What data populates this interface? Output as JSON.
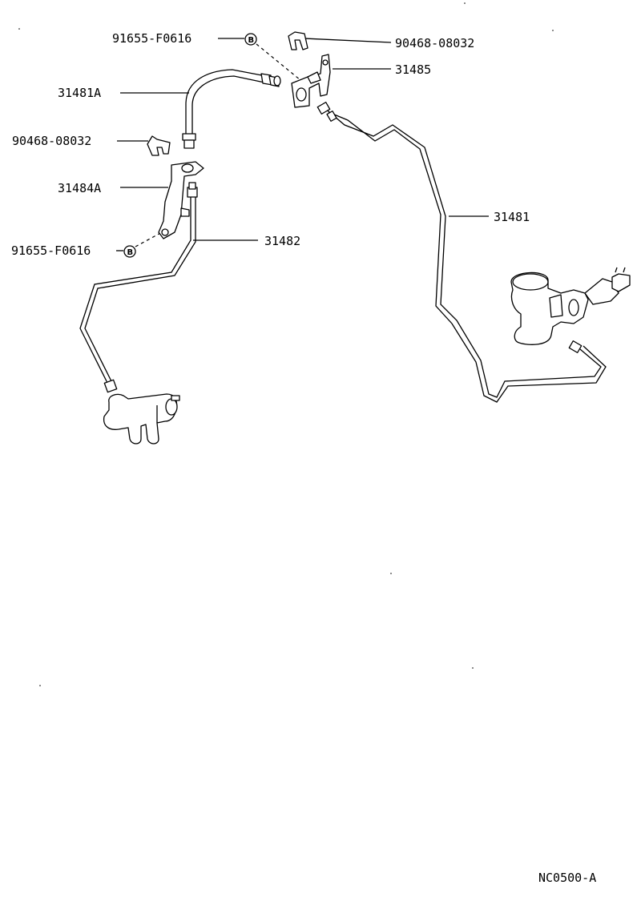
{
  "diagram": {
    "callouts": {
      "bolt_top": "91655-F0616",
      "clip_top": "90468-08032",
      "bracket_top": "31485",
      "flex_hose": "31481A",
      "clip_left": "90468-08032",
      "bracket_left": "31484A",
      "bolt_left": "91655-F0616",
      "tube_lower": "31482",
      "tube_main": "31481"
    },
    "bolt_symbol": "B",
    "drawing_code": "NC0500-A"
  }
}
